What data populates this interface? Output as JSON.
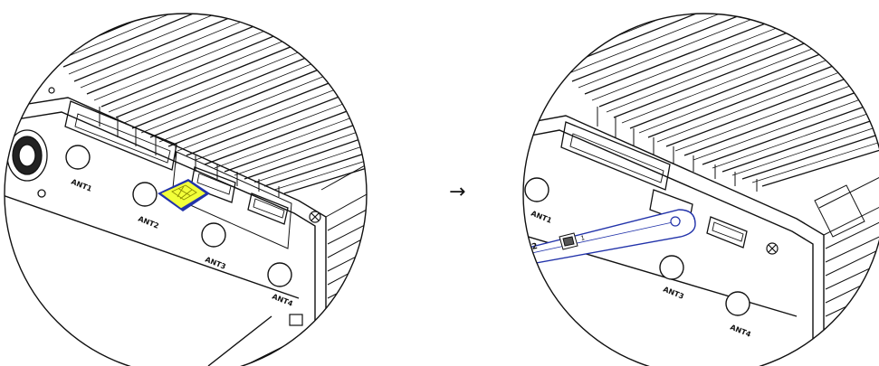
{
  "labels": {
    "ant1": "ANT1",
    "ant2": "ANT2",
    "ant3": "ANT3",
    "ant4": "ANT4",
    "tool_mark_1": "2",
    "tool_mark_2": "1"
  },
  "arrow_glyph": "→",
  "colors": {
    "line": "#111111",
    "sim_card": "#f2ff3a",
    "sim_outline": "#2233aa",
    "tool_outline": "#2233aa"
  },
  "icons": {
    "arrow": "right-arrow-icon",
    "sim": "sim-card-icon"
  }
}
